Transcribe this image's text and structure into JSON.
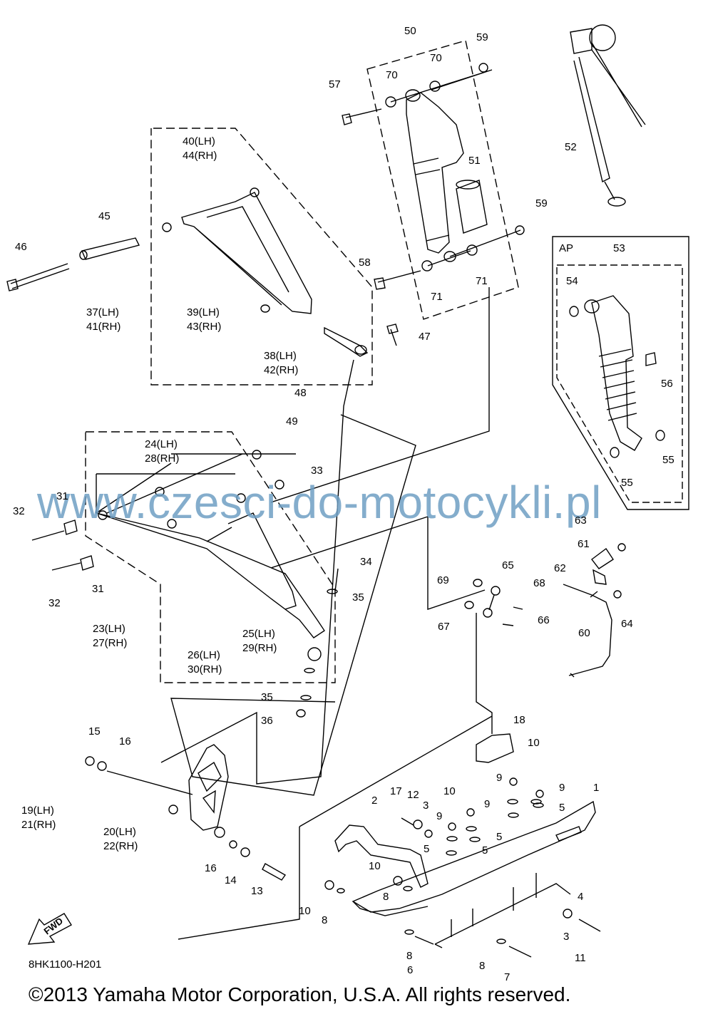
{
  "diagram": {
    "diagram_code": "8HK1100-H201",
    "copyright": "©2013 Yamaha Motor Corporation, U.S.A. All rights reserved.",
    "watermark": "www.czesci-do-motocykli.pl",
    "fwd_label": "FWD",
    "ap_label": "AP",
    "labels": [
      "1",
      "2",
      "3",
      "4",
      "5",
      "6",
      "7",
      "8",
      "9",
      "10",
      "11",
      "12",
      "13",
      "14",
      "15",
      "16",
      "17",
      "18",
      "19(LH)",
      "21(RH)",
      "20(LH)",
      "22(RH)",
      "23(LH)",
      "27(RH)",
      "24(LH)",
      "28(RH)",
      "25(LH)",
      "29(RH)",
      "26(LH)",
      "30(RH)",
      "31",
      "32",
      "33",
      "34",
      "35",
      "36",
      "37(LH)",
      "41(RH)",
      "38(LH)",
      "42(RH)",
      "39(LH)",
      "43(RH)",
      "40(LH)",
      "44(RH)",
      "45",
      "46",
      "47",
      "48",
      "49",
      "50",
      "51",
      "52",
      "53",
      "54",
      "55",
      "56",
      "57",
      "58",
      "59",
      "60",
      "61",
      "62",
      "63",
      "64",
      "65",
      "66",
      "67",
      "68",
      "69",
      "70",
      "71"
    ]
  }
}
